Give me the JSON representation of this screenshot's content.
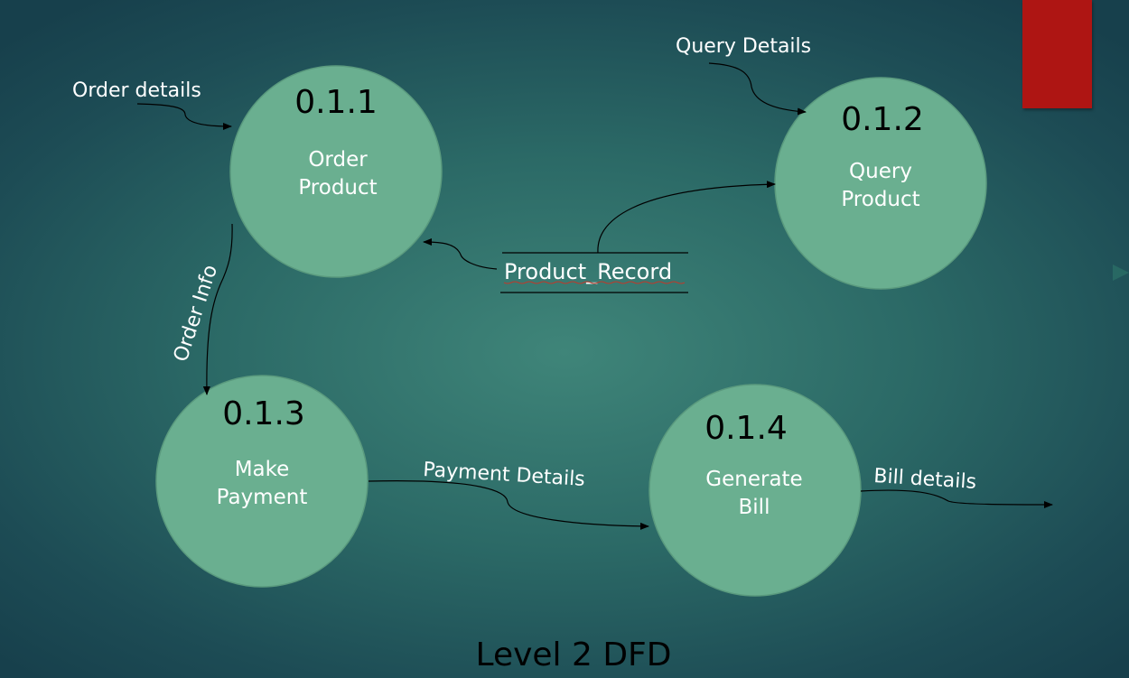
{
  "title": "Level 2 DFD",
  "processes": [
    {
      "id": "0.1.1",
      "name_line1": "Order",
      "name_line2": "Product"
    },
    {
      "id": "0.1.2",
      "name_line1": "Query",
      "name_line2": "Product"
    },
    {
      "id": "0.1.3",
      "name_line1": "Make",
      "name_line2": "Payment"
    },
    {
      "id": "0.1.4",
      "name_line1": "Generate",
      "name_line2": "Bill"
    }
  ],
  "data_store": {
    "label": "Product_Record"
  },
  "flows": {
    "order_details": "Order details",
    "query_details": "Query Details",
    "order_info": "Order Info",
    "payment_details": "Payment Details",
    "bill_details": "Bill details"
  },
  "colors": {
    "process_fill": "#6aaf90",
    "process_stroke": "#5a9a7e",
    "accent_red": "#ae1513",
    "line": "#000000"
  }
}
